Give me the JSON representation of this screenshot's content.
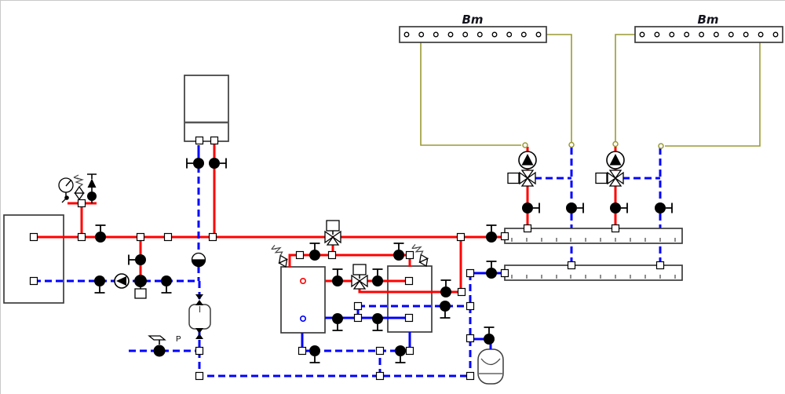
{
  "diagram": {
    "type": "heating-system-piping-schematic",
    "labels": {
      "terminal_strip_left": "Bm",
      "terminal_strip_right": "Bm",
      "drain_valve": "P"
    },
    "colors": {
      "supply_pipe": "#ff0000",
      "return_pipe": "#0000ff",
      "control_wire": "#9a9a33",
      "equipment_outline": "#3c3c3c",
      "background": "#ffffff"
    },
    "line_legend": {
      "solid_red": "supply (hot) pipe",
      "dashed_blue": "return (cold) pipe",
      "olive_thin": "electrical control wiring"
    },
    "components": [
      {
        "name": "terminal-strip-1",
        "type": "controller-terminal-strip",
        "label": "Bm",
        "terminals": 10
      },
      {
        "name": "terminal-strip-2",
        "type": "controller-terminal-strip",
        "label": "Bm",
        "terminals": 10
      },
      {
        "name": "wall-boiler",
        "type": "wall-mounted-boiler"
      },
      {
        "name": "left-heat-source",
        "type": "floor-standing-boiler"
      },
      {
        "name": "buffer-tank-1",
        "type": "storage-tank",
        "sensor_ports": [
          "supply",
          "return"
        ]
      },
      {
        "name": "buffer-tank-2",
        "type": "storage-tank"
      },
      {
        "name": "supply-manifold-bar",
        "type": "radiator-manifold"
      },
      {
        "name": "return-manifold-bar",
        "type": "radiator-manifold"
      },
      {
        "name": "circuit-pump-1",
        "type": "circulation-pump"
      },
      {
        "name": "circuit-pump-2",
        "type": "circulation-pump"
      },
      {
        "name": "boiler-return-pump",
        "type": "circulation-pump"
      },
      {
        "name": "mixing-valve-main-supply",
        "type": "three-way-mixing-valve"
      },
      {
        "name": "mixing-valve-tank-circuit",
        "type": "three-way-mixing-valve"
      },
      {
        "name": "mixing-valve-circuit-1",
        "type": "three-way-mixing-valve"
      },
      {
        "name": "mixing-valve-circuit-2",
        "type": "three-way-mixing-valve"
      },
      {
        "name": "motorized-valve-return-junction",
        "type": "valve-with-actuator"
      },
      {
        "name": "check-valve-boiler-return",
        "type": "check-valve"
      },
      {
        "name": "pressure-gauge",
        "type": "manometer"
      },
      {
        "name": "safety-valve-header",
        "type": "spring-safety-valve"
      },
      {
        "name": "safety-valve-tank-1",
        "type": "spring-safety-valve"
      },
      {
        "name": "safety-valve-tank-2",
        "type": "spring-safety-valve"
      },
      {
        "name": "automatic-air-vent",
        "type": "air-vent"
      },
      {
        "name": "expansion-vessel-1",
        "type": "expansion-vessel"
      },
      {
        "name": "expansion-vessel-2",
        "type": "membrane-expansion-vessel"
      },
      {
        "name": "drain-valve",
        "type": "drain-valve",
        "label": "P"
      },
      {
        "name": "ball-valves",
        "type": "shut-off-valve",
        "count": 23
      },
      {
        "name": "pipe-connectors",
        "type": "union-connector",
        "count": 30
      }
    ]
  }
}
